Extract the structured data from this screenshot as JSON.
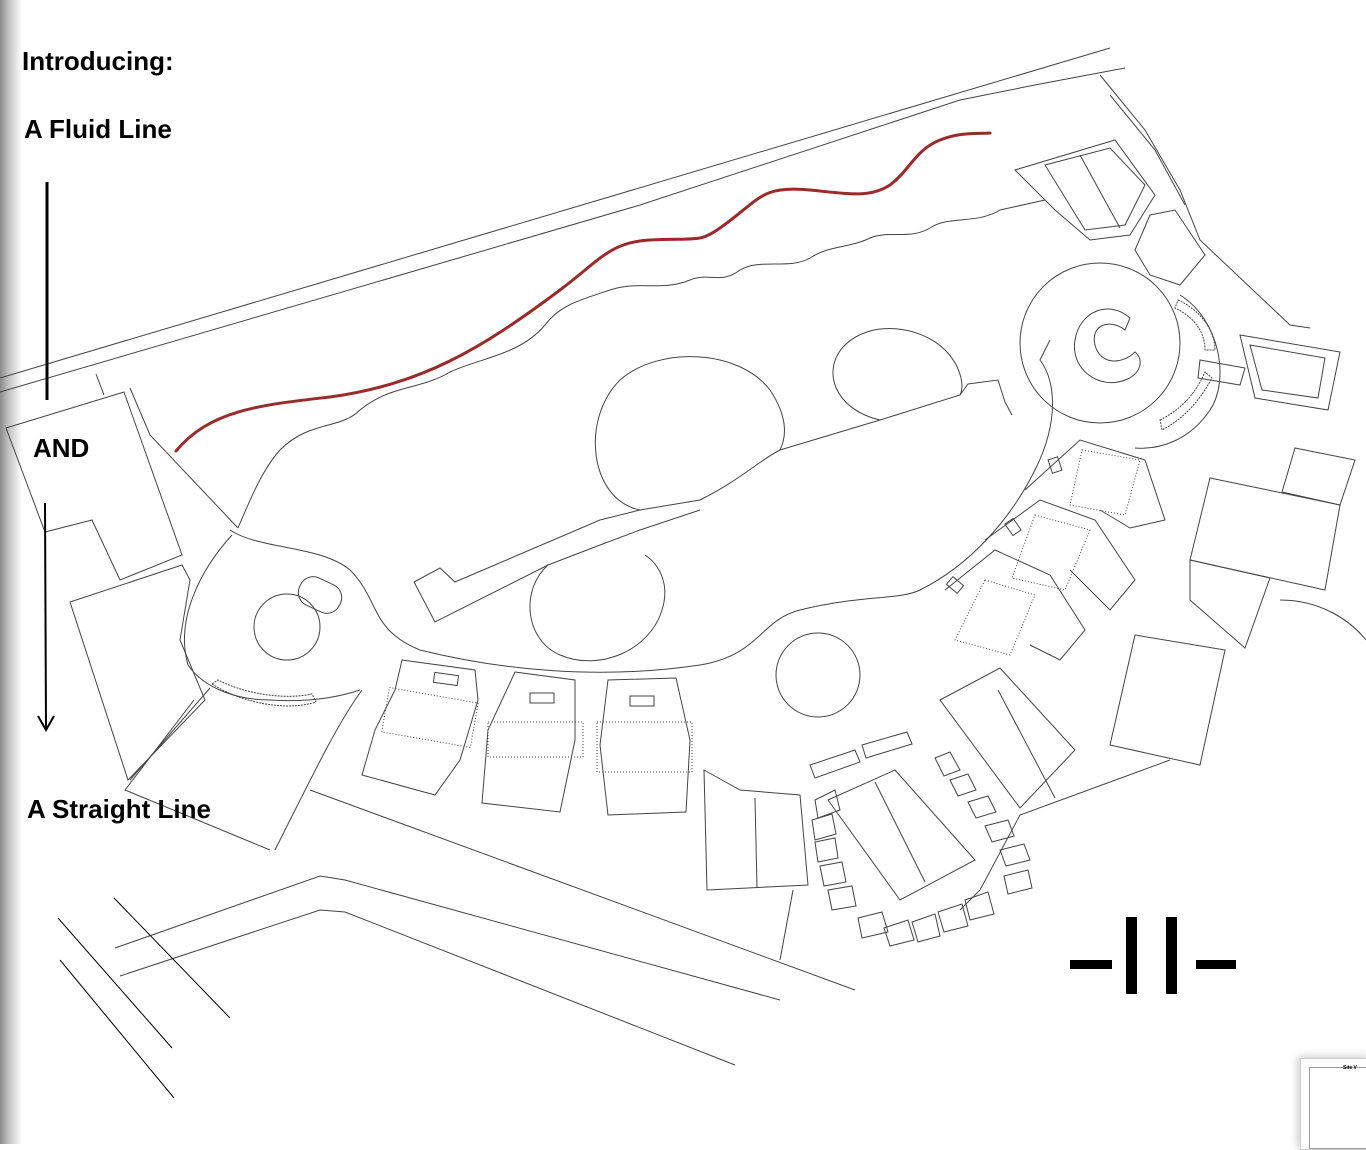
{
  "labels": {
    "introducing": "Introducing:",
    "fluid_line": "A Fluid Line",
    "and": "AND",
    "straight_line": "A Straight Line"
  },
  "thumbnail": {
    "caption": "Site V"
  },
  "colors": {
    "fluid_line": "#9b2a2a",
    "linework": "#333333",
    "ink": "#000000"
  },
  "icons": {
    "north_symbol": "double-bar-symbol",
    "arrow": "down-arrow-icon"
  }
}
